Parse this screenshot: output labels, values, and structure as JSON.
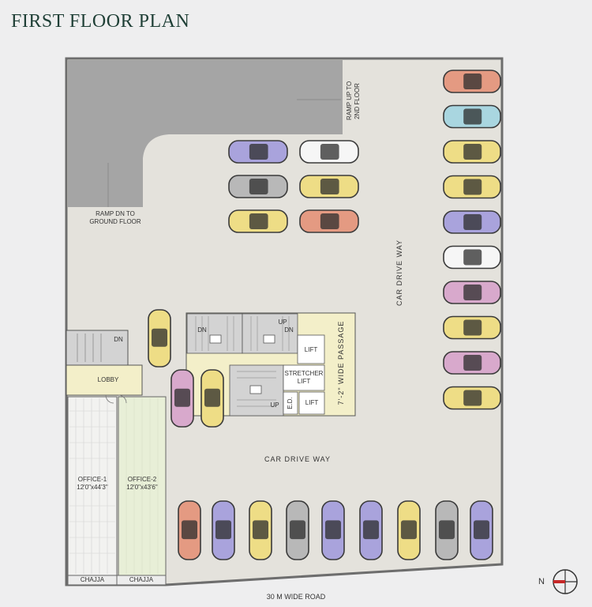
{
  "title": "FIRST FLOOR PLAN",
  "labels": {
    "ramp_up": [
      "RAMP UP TO",
      "2ND FLOOR"
    ],
    "ramp_dn": [
      "RAMP DN TO",
      "GROUND FLOOR"
    ],
    "drive_way_vertical": "CAR DRIVE WAY",
    "drive_way_horizontal": "CAR DRIVE WAY",
    "passage": "7'-2\" WIDE PASSAGE",
    "lobby": "LOBBY",
    "dn_stair_left": "DN",
    "dn_stair_1": "DN",
    "up_stair_2": "UP",
    "dn_stair_2": "DN",
    "up_stair_3": "UP",
    "lift_1": "LIFT",
    "stretcher_lift": [
      "STRETCHER",
      "LIFT"
    ],
    "lift_2": "LIFT",
    "ed": "E.D.",
    "office1": [
      "OFFICE-1",
      "12'0\"x44'3\""
    ],
    "office2": [
      "OFFICE-2",
      "12'0\"x43'6\""
    ],
    "chajja1": "CHAJJA",
    "chajja2": "CHAJJA",
    "road": "30 M WIDE ROAD",
    "north": "N"
  },
  "colors": {
    "floor": "#e4e2dc",
    "ramp": "#a3a3a3",
    "wall": "#6d6d6d",
    "core": "#d6d6d6",
    "lobby": "#f3efc9",
    "office1": "#f2f2f0",
    "office2": "#e8efd7"
  },
  "cars": {
    "right_column": [
      "salmon",
      "lightblue",
      "yellow",
      "yellow",
      "lavender",
      "white",
      "pink",
      "yellow",
      "pink",
      "yellow"
    ],
    "center_grid": [
      "lavender",
      "white",
      "grey",
      "yellow",
      "yellow",
      "salmon"
    ],
    "lobby_row": [
      "pink",
      "yellow"
    ],
    "single_vertical": "yellow",
    "bottom_row": [
      "salmon",
      "lavender",
      "yellow",
      "grey",
      "lavender",
      "lavender",
      "yellow",
      "grey",
      "lavender"
    ]
  }
}
